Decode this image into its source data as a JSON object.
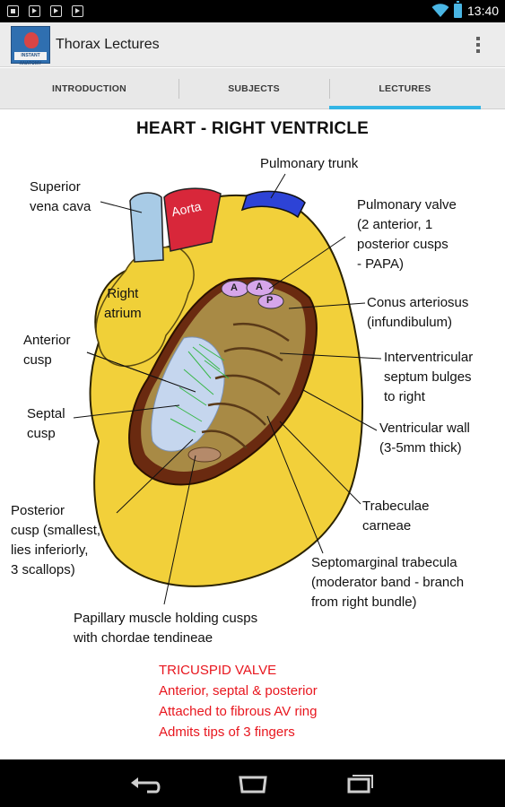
{
  "status_bar": {
    "time": "13:40"
  },
  "action_bar": {
    "title": "Thorax Lectures",
    "app_icon_text": "INSTANT ANATOMY"
  },
  "tabs": [
    {
      "label": "INTRODUCTION",
      "selected": false
    },
    {
      "label": "SUBJECTS",
      "selected": false
    },
    {
      "label": "LECTURES",
      "selected": true
    }
  ],
  "diagram": {
    "title": "HEART - RIGHT VENTRICLE",
    "in_image_labels": {
      "aorta": "Aorta",
      "right_atrium": "Right\natrium",
      "valve_cusp_a1": "A",
      "valve_cusp_a2": "A",
      "valve_cusp_p": "P"
    },
    "labels": {
      "superior_vena_cava": "Superior\nvena cava",
      "pulmonary_trunk": "Pulmonary trunk",
      "pulmonary_valve": "Pulmonary valve\n(2 anterior, 1\nposterior cusps\n- PAPA)",
      "conus_arteriosus": "Conus arteriosus\n(infundibulum)",
      "anterior_cusp": "Anterior\ncusp",
      "interventricular_septum": "Interventricular\nseptum bulges\nto right",
      "septal_cusp": "Septal\ncusp",
      "ventricular_wall": "Ventricular wall\n(3-5mm thick)",
      "trabeculae_carneae": "Trabeculae\ncarneae",
      "posterior_cusp": "Posterior\ncusp (smallest,\nlies inferiorly,\n3 scallops)",
      "septomarginal_trabecula": "Septomarginal trabecula\n(moderator band - branch\nfrom right bundle)",
      "papillary_muscle": "Papillary muscle holding cusps\nwith chordae tendineae"
    },
    "tricuspid_notes": [
      "TRICUSPID VALVE",
      "Anterior, septal & posterior",
      "Attached to fibrous AV ring",
      "Admits tips of 3 fingers"
    ]
  },
  "colors": {
    "tab_indicator": "#33b5e5",
    "note_text": "#e8161e",
    "heart_fill": "#f2d03a",
    "aorta": "#d8273a",
    "vena_cava": "#a8cbe6",
    "pulmonary_trunk_cap": "#2d43d6"
  }
}
